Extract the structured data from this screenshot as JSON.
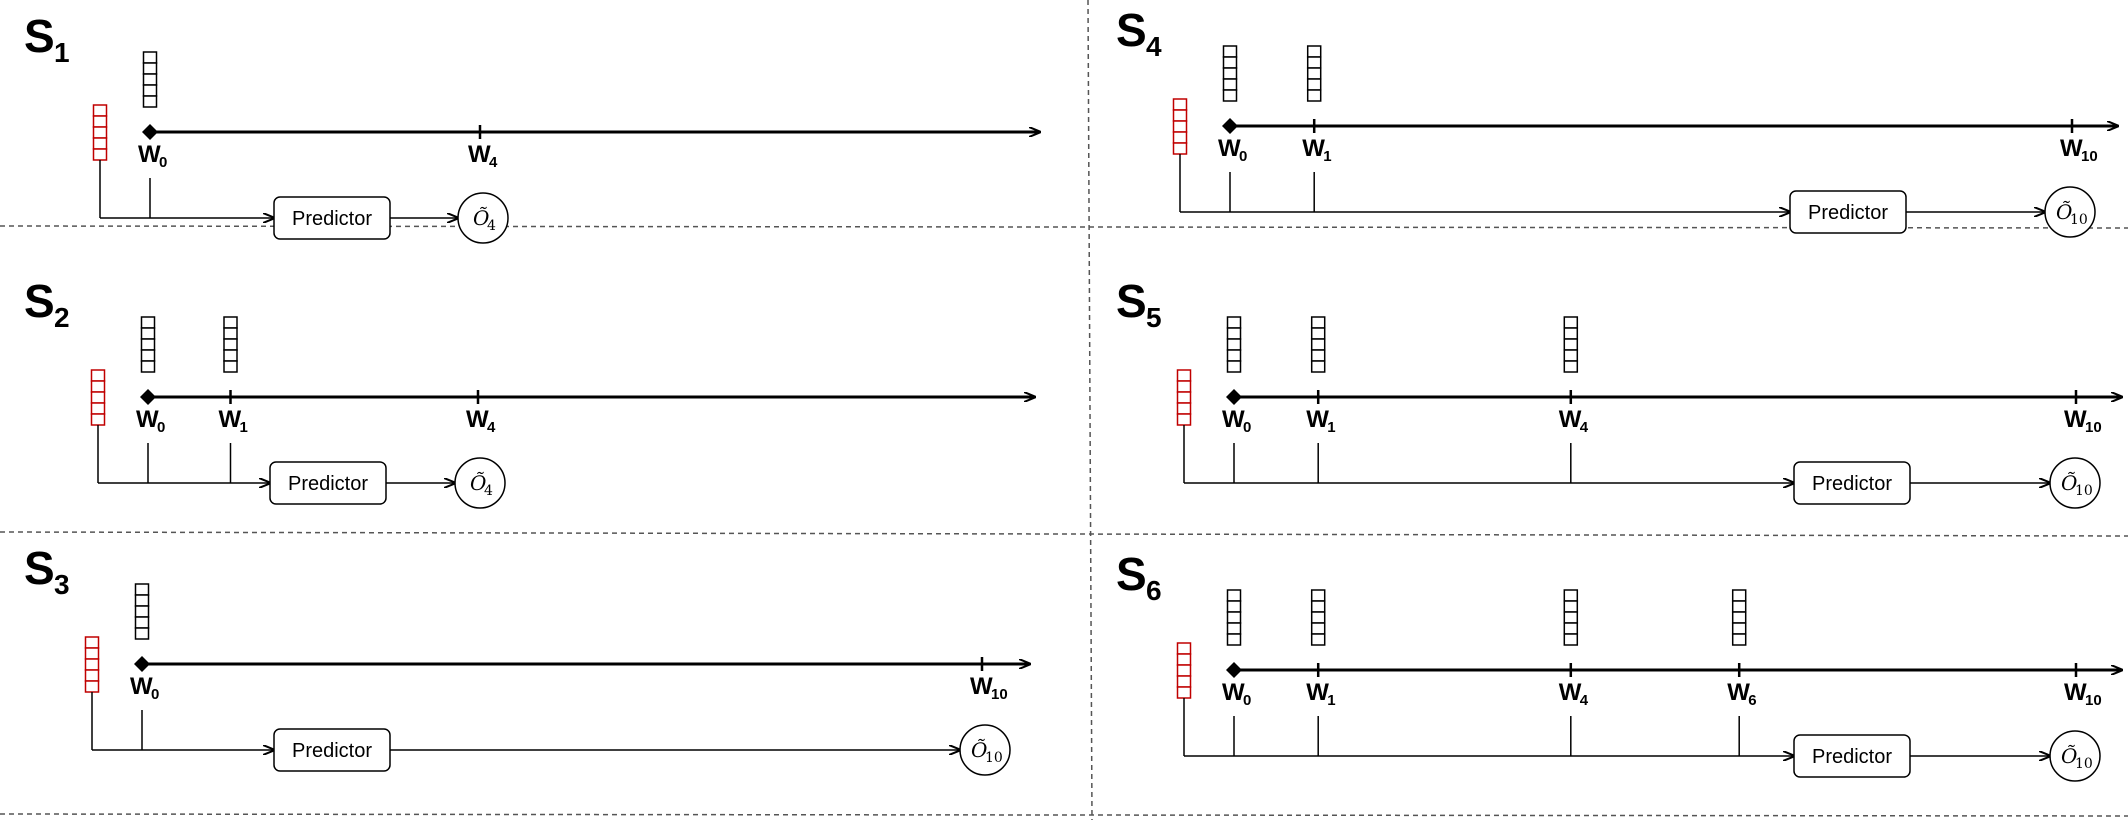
{
  "diagram": {
    "panels": [
      {
        "id": "s1",
        "label": "S",
        "label_sub": "1",
        "ticks": [
          {
            "letter": "W",
            "sub": "0",
            "step": 0,
            "has_window": true,
            "feeds_predictor": true
          },
          {
            "letter": "W",
            "sub": "4",
            "step": 4,
            "has_window": false,
            "feeds_predictor": false
          }
        ],
        "predictor_label": "Predictor",
        "output": {
          "symbol": "Õ",
          "sub": "4"
        }
      },
      {
        "id": "s2",
        "label": "S",
        "label_sub": "2",
        "ticks": [
          {
            "letter": "W",
            "sub": "0",
            "step": 0,
            "has_window": true,
            "feeds_predictor": true
          },
          {
            "letter": "W",
            "sub": "1",
            "step": 1,
            "has_window": true,
            "feeds_predictor": true
          },
          {
            "letter": "W",
            "sub": "4",
            "step": 4,
            "has_window": false,
            "feeds_predictor": false
          }
        ],
        "predictor_label": "Predictor",
        "output": {
          "symbol": "Õ",
          "sub": "4"
        }
      },
      {
        "id": "s3",
        "label": "S",
        "label_sub": "3",
        "ticks": [
          {
            "letter": "W",
            "sub": "0",
            "step": 0,
            "has_window": true,
            "feeds_predictor": true
          },
          {
            "letter": "W",
            "sub": "10",
            "step": 10,
            "has_window": false,
            "feeds_predictor": false
          }
        ],
        "predictor_label": "Predictor",
        "output": {
          "symbol": "Õ",
          "sub": "10"
        }
      },
      {
        "id": "s4",
        "label": "S",
        "label_sub": "4",
        "ticks": [
          {
            "letter": "W",
            "sub": "0",
            "step": 0,
            "has_window": true,
            "feeds_predictor": true
          },
          {
            "letter": "W",
            "sub": "1",
            "step": 1,
            "has_window": true,
            "feeds_predictor": true
          },
          {
            "letter": "W",
            "sub": "10",
            "step": 10,
            "has_window": false,
            "feeds_predictor": false
          }
        ],
        "predictor_label": "Predictor",
        "output": {
          "symbol": "Õ",
          "sub": "10"
        }
      },
      {
        "id": "s5",
        "label": "S",
        "label_sub": "5",
        "ticks": [
          {
            "letter": "W",
            "sub": "0",
            "step": 0,
            "has_window": true,
            "feeds_predictor": true
          },
          {
            "letter": "W",
            "sub": "1",
            "step": 1,
            "has_window": true,
            "feeds_predictor": true
          },
          {
            "letter": "W",
            "sub": "4",
            "step": 4,
            "has_window": true,
            "feeds_predictor": true
          },
          {
            "letter": "W",
            "sub": "10",
            "step": 10,
            "has_window": false,
            "feeds_predictor": false
          }
        ],
        "predictor_label": "Predictor",
        "output": {
          "symbol": "Õ",
          "sub": "10"
        }
      },
      {
        "id": "s6",
        "label": "S",
        "label_sub": "6",
        "ticks": [
          {
            "letter": "W",
            "sub": "0",
            "step": 0,
            "has_window": true,
            "feeds_predictor": true
          },
          {
            "letter": "W",
            "sub": "1",
            "step": 1,
            "has_window": true,
            "feeds_predictor": true
          },
          {
            "letter": "W",
            "sub": "4",
            "step": 4,
            "has_window": true,
            "feeds_predictor": true
          },
          {
            "letter": "W",
            "sub": "6",
            "step": 6,
            "has_window": true,
            "feeds_predictor": true
          },
          {
            "letter": "W",
            "sub": "10",
            "step": 10,
            "has_window": false,
            "feeds_predictor": false
          }
        ],
        "predictor_label": "Predictor",
        "output": {
          "symbol": "Õ",
          "sub": "10"
        }
      }
    ],
    "colors": {
      "line": "#000000",
      "static_window": "#c00000",
      "divider": "#555555"
    }
  }
}
